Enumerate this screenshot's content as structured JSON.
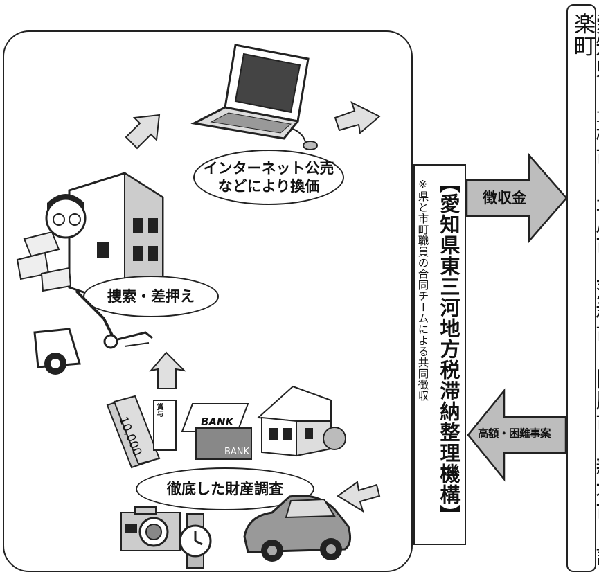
{
  "cycle": {
    "step_auction": "インターネット公売\nなどにより換価",
    "step_seizure": "捜索・差押え",
    "step_investigation": "徹底した財産調査"
  },
  "organization": {
    "title": "【愛知県東三河地方税滞納整理機構】",
    "note": "※県と市町職員の合同チームによる共同徴収"
  },
  "flows": {
    "collection": "徴収金",
    "cases": "高額・困難事案"
  },
  "municipalities": "愛知県・豊橋市・豊川市・蒲郡市・田原市・新城市・設楽町",
  "illustrations": {
    "bonus_slip": "賞与",
    "money": "10,000",
    "bank_sign": "BANK",
    "bank_building": "BANK"
  }
}
